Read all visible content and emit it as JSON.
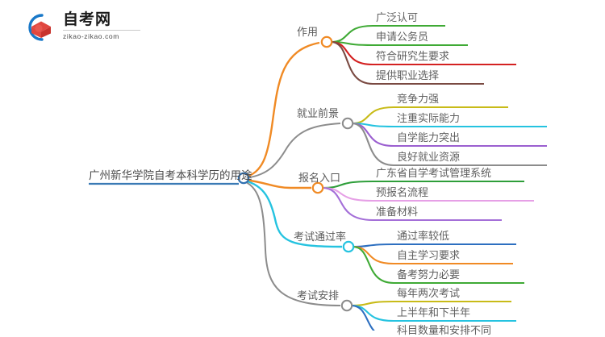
{
  "logo": {
    "name": "zikao-logo",
    "title": "自考网",
    "domain": "zikao-zikao.com",
    "arc_color": "#1878c8",
    "cap_color": "#e0473f",
    "cap_accent": "#c8332c"
  },
  "mindmap": {
    "root": {
      "label": "广州新华学院自考本科学历的用途",
      "node_color": "#2f6fb0",
      "underline_color": "#3a7ab5"
    },
    "branches": [
      {
        "label": "作用",
        "color": "#f08a24",
        "node_color": "#f08a24",
        "children": [
          {
            "label": "广泛认可",
            "color": "#3faa35"
          },
          {
            "label": "申请公务员",
            "color": "#3faa35"
          },
          {
            "label": "符合研究生要求",
            "color": "#d42121"
          },
          {
            "label": "提供职业选择",
            "color": "#7a4a42"
          }
        ]
      },
      {
        "label": "就业前景",
        "color": "#8c8c8c",
        "node_color": "#8c8c8c",
        "children": [
          {
            "label": "竞争力强",
            "color": "#c8bb18"
          },
          {
            "label": "注重实际能力",
            "color": "#25c3e0"
          },
          {
            "label": "自学能力突出",
            "color": "#9b5fd0"
          },
          {
            "label": "良好就业资源",
            "color": "#8c8c8c"
          }
        ]
      },
      {
        "label": "报名入口",
        "color": "#f08a24",
        "node_color": "#f08a24",
        "children": [
          {
            "label": "广东省自学考试管理系统",
            "color": "#2e9e3a"
          },
          {
            "label": "预报名流程",
            "color": "#e6a0e6"
          },
          {
            "label": "准备材料",
            "color": "#a46fd8"
          }
        ]
      },
      {
        "label": "考试通过率",
        "color": "#25c3e0",
        "node_color": "#25c3e0",
        "children": [
          {
            "label": "通过率较低",
            "color": "#2d6fc0"
          },
          {
            "label": "自主学习要求",
            "color": "#f08a24"
          },
          {
            "label": "备考努力必要",
            "color": "#3faa35"
          }
        ]
      },
      {
        "label": "考试安排",
        "color": "#8c8c8c",
        "node_color": "#8c8c8c",
        "children": [
          {
            "label": "每年两次考试",
            "color": "#c8bb18"
          },
          {
            "label": "上半年和下半年",
            "color": "#25c3e0"
          },
          {
            "label": "科目数量和安排不同",
            "color": "#2d6fc0"
          }
        ]
      }
    ]
  }
}
